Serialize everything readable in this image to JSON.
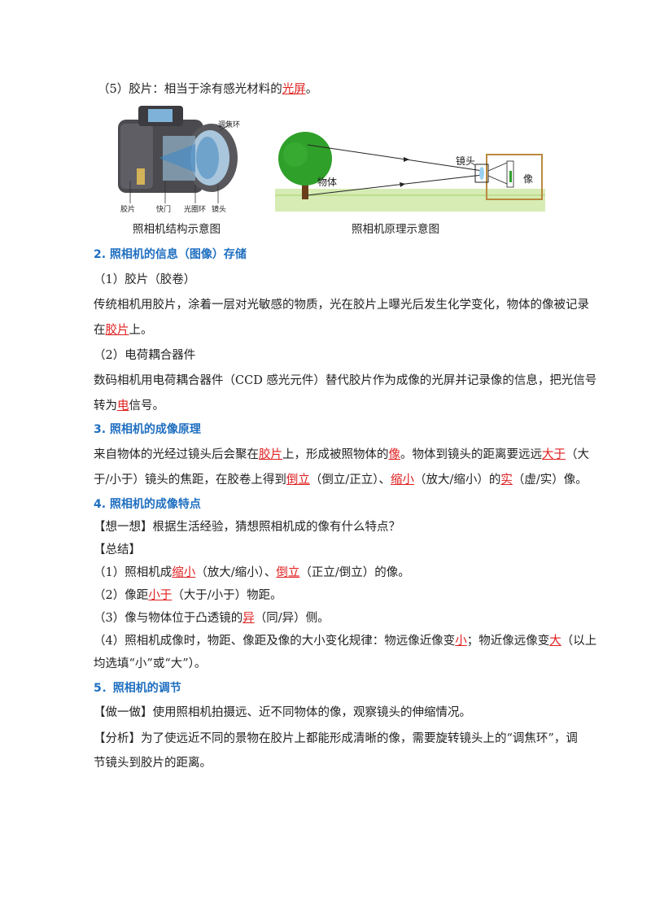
{
  "colors": {
    "heading": "#1f6fc0",
    "fill": "#e02020"
  },
  "top": {
    "pre": "（5）胶片：相当于涂有感光材料的",
    "fill": "光屏",
    "post": "。"
  },
  "figures": {
    "camera_structure": {
      "labels": [
        "调焦环",
        "胶片",
        "快门",
        "光圈环",
        "镜头"
      ],
      "caption": "照相机结构示意图"
    },
    "camera_principle": {
      "labels": [
        "物体",
        "镜头",
        "像"
      ],
      "caption": "照相机原理示意图"
    }
  },
  "s2": {
    "heading": "2. 照相机的信息（图像）存储",
    "p1": "（1）胶片（胶卷）",
    "p2": "传统相机用胶片，涂着一层对光敏感的物质，光在胶片上曝光后发生化学变化，物体的像被记录",
    "p2b_pre": "在",
    "p2b_fill": "胶片",
    "p2b_post": "上。",
    "p3": "（2）电荷耦合器件",
    "p4": "数码相机用电荷耦合器件（CCD 感光元件）替代胶片作为成像的光屏并记录像的信息，把光信号",
    "p4b_pre": "转为",
    "p4b_fill": "电",
    "p4b_post": "信号。"
  },
  "s3": {
    "heading": "3. 照相机的成像原理",
    "a1": "来自物体的光经过镜头后会聚在",
    "f1": "胶片",
    "a2": "上，形成被照物体的",
    "f2": "像",
    "a3": "。物体到镜头的距离要远远",
    "f3": "大于",
    "a4": "（大",
    "b1": "于/小于）镜头的焦距，在胶卷上得到",
    "f4": "倒立",
    "b2": "（倒立/正立）、",
    "f5": "缩小",
    "b3": "（放大/缩小）的",
    "f6": "实",
    "b4": "（虚/实）像。"
  },
  "s4": {
    "heading": "4. 照相机的成像特点",
    "think": "【想一想】根据生活经验，猜想照相机成的像有什么特点？",
    "summary": "【总结】",
    "l1a": "（1）照相机成",
    "l1f1": "缩小",
    "l1b": "（放大/缩小）、",
    "l1f2": "倒立",
    "l1c": "（正立/倒立）的像。",
    "l2a": "（2）像距",
    "l2f": "小于",
    "l2b": "（大于/小于）物距。",
    "l3a": "（3）像与物体位于凸透镜的",
    "l3f": "异",
    "l3b": "（同/异）侧。",
    "l4a": "（4）照相机成像时，物距、像距及像的大小变化规律：物远像近像变",
    "l4f1": "小",
    "l4b": "；物近像远像变",
    "l4f2": "大",
    "l4c": "（以上",
    "l4d": "均选填“小”或“大”）。"
  },
  "s5": {
    "heading": "5．照相机的调节",
    "do": "【做一做】使用照相机拍摄远、近不同物体的像，观察镜头的伸缩情况。",
    "ana1": "【分析】为了使远近不同的景物在胶片上都能形成清晰的像，需要旋转镜头上的“调焦环”，调",
    "ana2": "节镜头到胶片的距离。"
  }
}
